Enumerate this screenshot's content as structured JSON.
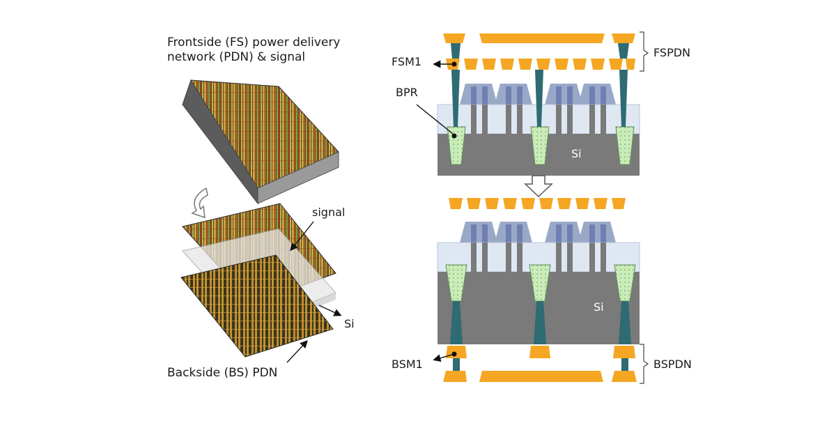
{
  "left_panel": {
    "title_line1": "Frontside (FS) power delivery",
    "title_line2": "network (PDN) & signal",
    "label_signal": "signal",
    "label_si": "Si",
    "label_backside": "Backside (BS) PDN"
  },
  "right_panel": {
    "label_fsm1": "FSM1",
    "label_bpr": "BPR",
    "label_si_top": "Si",
    "label_si_bottom": "Si",
    "label_fspdn": "FSPDN",
    "label_bsm1": "BSM1",
    "label_bspdn": "BSPDN"
  },
  "colors": {
    "metal": "#f5a623",
    "via": "#2e6b73",
    "silicon": "#7a7a7a",
    "oxide": "#dfe7f3",
    "fin": "#9aa8c8",
    "bpr_fill": "#c9ecb8"
  },
  "icons": [
    "rotate-arrow-icon",
    "down-arrow-icon"
  ]
}
